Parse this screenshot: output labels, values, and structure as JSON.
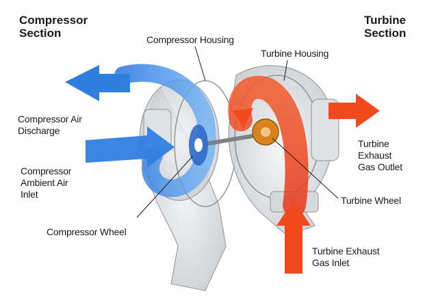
{
  "sections": {
    "compressor_line1": "Compressor",
    "compressor_line2": "Section",
    "turbine_line1": "Turbine",
    "turbine_line2": "Section"
  },
  "labels": {
    "compressor_housing": "Compressor Housing",
    "turbine_housing": "Turbine Housing",
    "compressor_air_discharge_line1": "Compressor Air",
    "compressor_air_discharge_line2": "Discharge",
    "compressor_ambient_inlet_line1": "Compressor",
    "compressor_ambient_inlet_line2": "Ambient Air",
    "compressor_ambient_inlet_line3": "Inlet",
    "compressor_wheel": "Compressor Wheel",
    "turbine_exhaust_outlet_line1": "Turbine",
    "turbine_exhaust_outlet_line2": "Exhaust",
    "turbine_exhaust_outlet_line3": "Gas Outlet",
    "turbine_wheel": "Turbine Wheel",
    "turbine_exhaust_inlet_line1": "Turbine Exhaust",
    "turbine_exhaust_inlet_line2": "Gas Inlet"
  },
  "colors": {
    "cold_air": "#2f7fe0",
    "hot_gas": "#f04a1e",
    "housing": "#c8ccd0",
    "turbine_wheel": "#d9821e"
  }
}
